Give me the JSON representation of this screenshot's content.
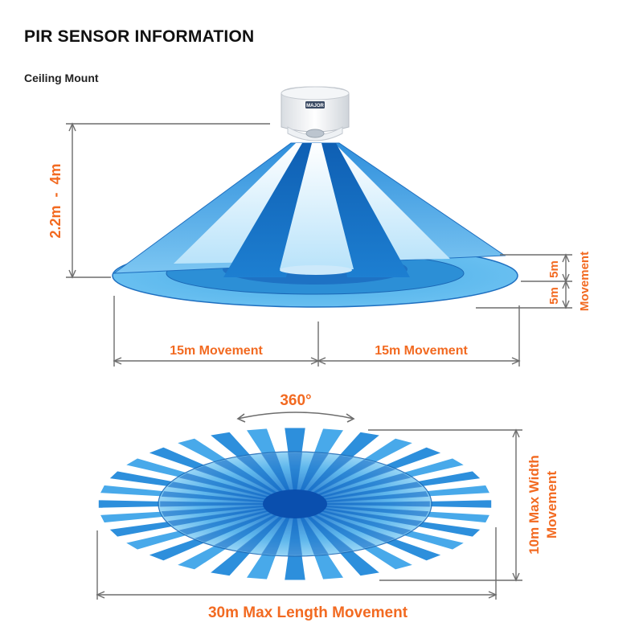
{
  "header": {
    "title": "PIR SENSOR INFORMATION",
    "subtitle": "Ceiling Mount"
  },
  "side_view": {
    "height_label": "2.2m  -  4m",
    "ring_outer_label": "5m",
    "ring_inner_label": "5m",
    "ring_movement_label": "Movement",
    "left_width_label": "15m Movement",
    "right_width_label": "15m Movement"
  },
  "top_view": {
    "angle_label": "360°",
    "length_label": "30m Max Length Movement",
    "width_label_line1": "10m Max Width",
    "width_label_line2": "Movement"
  },
  "sensor": {
    "brand_label": "MAJOR"
  },
  "colors": {
    "accent": "#f26a21",
    "beam_dark": "#1877c9",
    "beam_mid": "#3ea4e6",
    "beam_light": "#8fd0f5",
    "dimension_line": "#6d6d6d"
  }
}
